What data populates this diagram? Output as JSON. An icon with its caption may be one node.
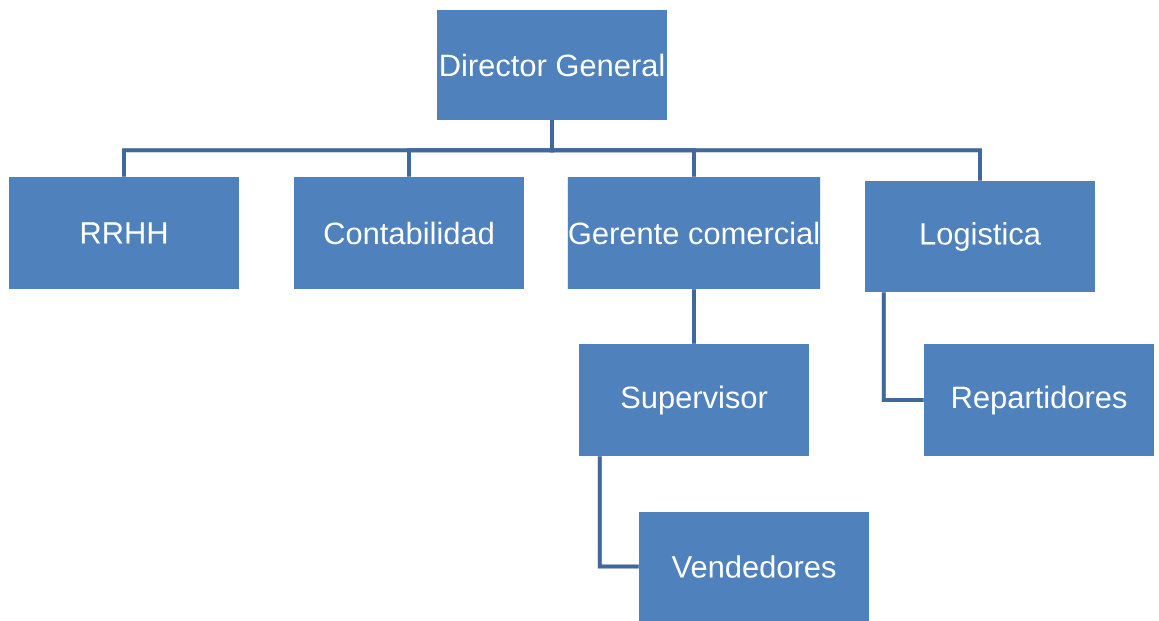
{
  "diagram": {
    "nodes": [
      {
        "text": [
          "Director General"
        ]
      },
      {
        "text": [
          "RRHH"
        ]
      },
      {
        "text": [
          "Contabilidad"
        ]
      },
      {
        "text": [
          "Gerente comercial"
        ]
      },
      {
        "text": [
          "Logistica"
        ]
      },
      {
        "text": [
          "Supervisor"
        ]
      },
      {
        "text": [
          "Repartidores"
        ]
      },
      {
        "text": [
          "Vendedores"
        ]
      }
    ],
    "edges": [
      {
        "from": 0,
        "to": 1,
        "arrow": "none"
      },
      {
        "from": 0,
        "to": 2,
        "arrow": "none"
      },
      {
        "from": 0,
        "to": 3,
        "arrow": "none"
      },
      {
        "from": 0,
        "to": 4,
        "arrow": "none"
      },
      {
        "from": 3,
        "to": 5,
        "arrow": "none"
      },
      {
        "from": 5,
        "to": 7,
        "arrow": "none"
      },
      {
        "from": 4,
        "to": 6,
        "arrow": "none"
      }
    ]
  }
}
